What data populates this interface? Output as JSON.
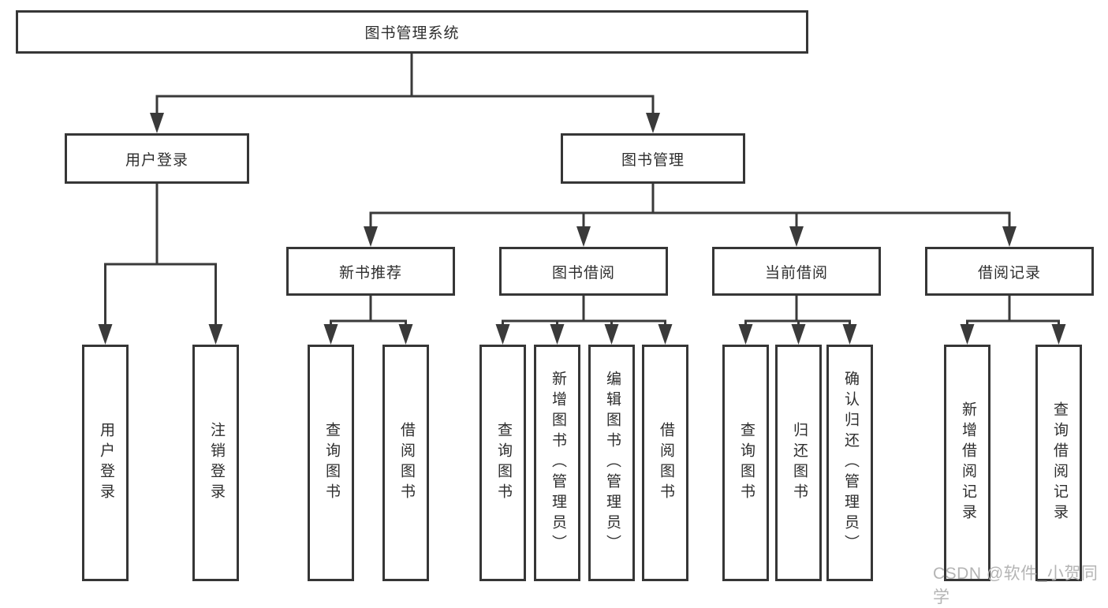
{
  "tree": {
    "label": "图书管理系统",
    "children": [
      {
        "label": "用户登录",
        "children": [
          {
            "label": "用户登录"
          },
          {
            "label": "注销登录"
          }
        ]
      },
      {
        "label": "图书管理",
        "children": [
          {
            "label": "新书推荐",
            "children": [
              {
                "label": "查询图书"
              },
              {
                "label": "借阅图书"
              }
            ]
          },
          {
            "label": "图书借阅",
            "children": [
              {
                "label": "查询图书"
              },
              {
                "label": "新增图书（管理员）"
              },
              {
                "label": "编辑图书（管理员）"
              },
              {
                "label": "借阅图书"
              }
            ]
          },
          {
            "label": "当前借阅",
            "children": [
              {
                "label": "查询图书"
              },
              {
                "label": "归还图书"
              },
              {
                "label": "确认归还（管理员）"
              }
            ]
          },
          {
            "label": "借阅记录",
            "children": [
              {
                "label": "新增借阅记录"
              },
              {
                "label": "查询借阅记录"
              }
            ]
          }
        ]
      }
    ]
  },
  "watermark": "CSDN @软件_小贺同学",
  "colors": {
    "line": "#3a3a3a",
    "border": "#363636",
    "text": "#2e2e2e",
    "watermark": "#b4b4b4",
    "background": "#ffffff"
  }
}
